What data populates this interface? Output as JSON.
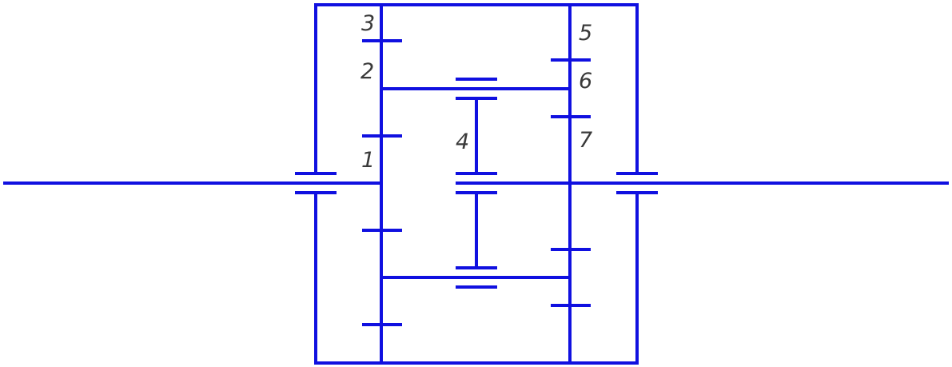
{
  "diagram": {
    "line_color": "#1010e0",
    "label_color": "#3a3a3a",
    "labels": {
      "l1": "1",
      "l2": "2",
      "l3": "3",
      "l4": "4",
      "l5": "5",
      "l6": "6",
      "l7": "7"
    }
  }
}
